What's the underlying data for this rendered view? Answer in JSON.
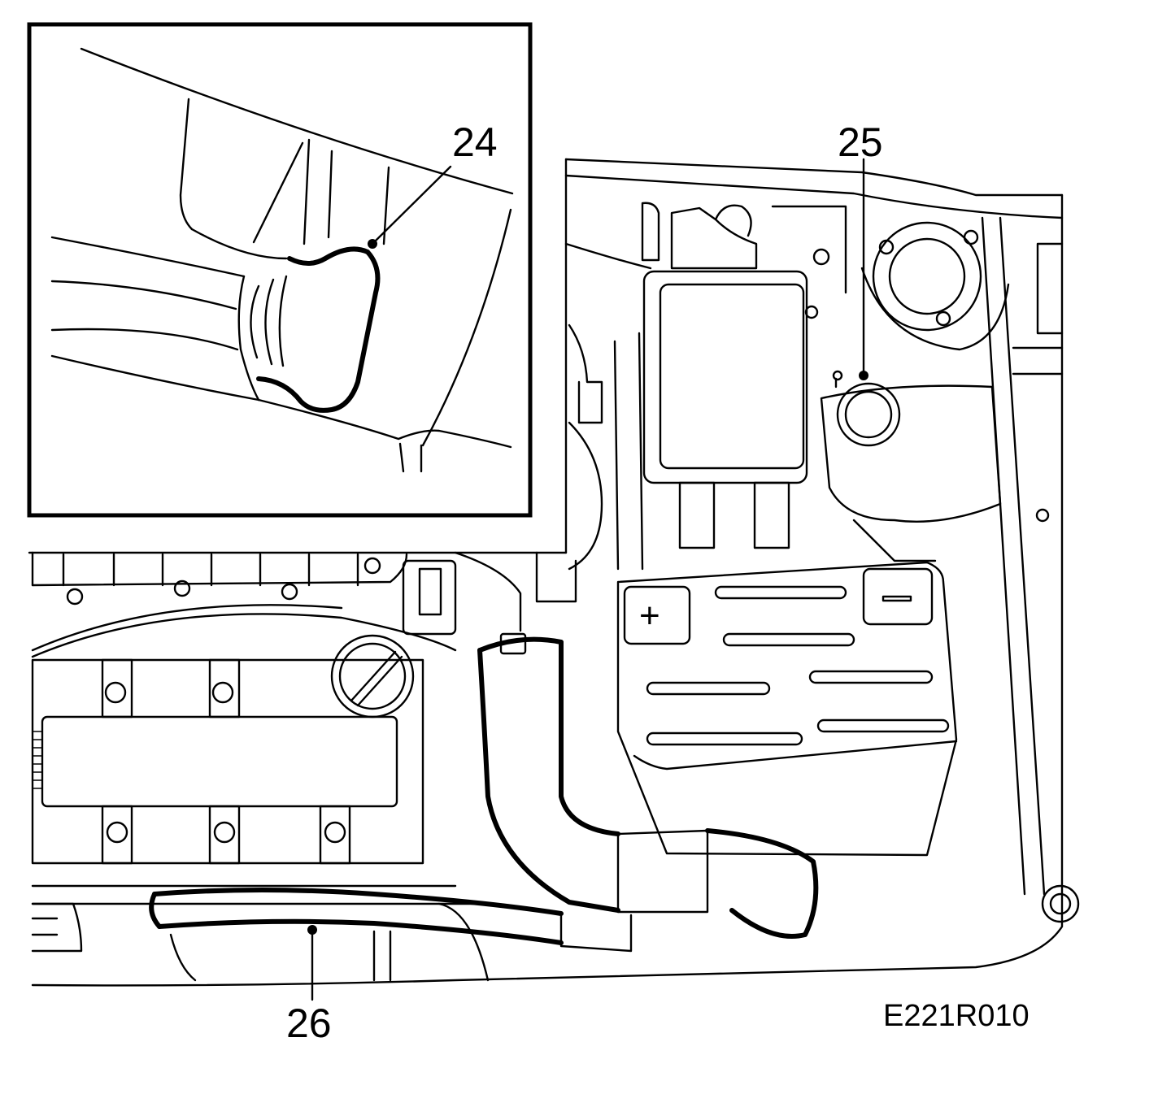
{
  "callouts": {
    "c24": "24",
    "c25": "25",
    "c26": "26"
  },
  "figure_code": "E221R010",
  "colors": {
    "ink": "#000000",
    "background": "#ffffff"
  }
}
